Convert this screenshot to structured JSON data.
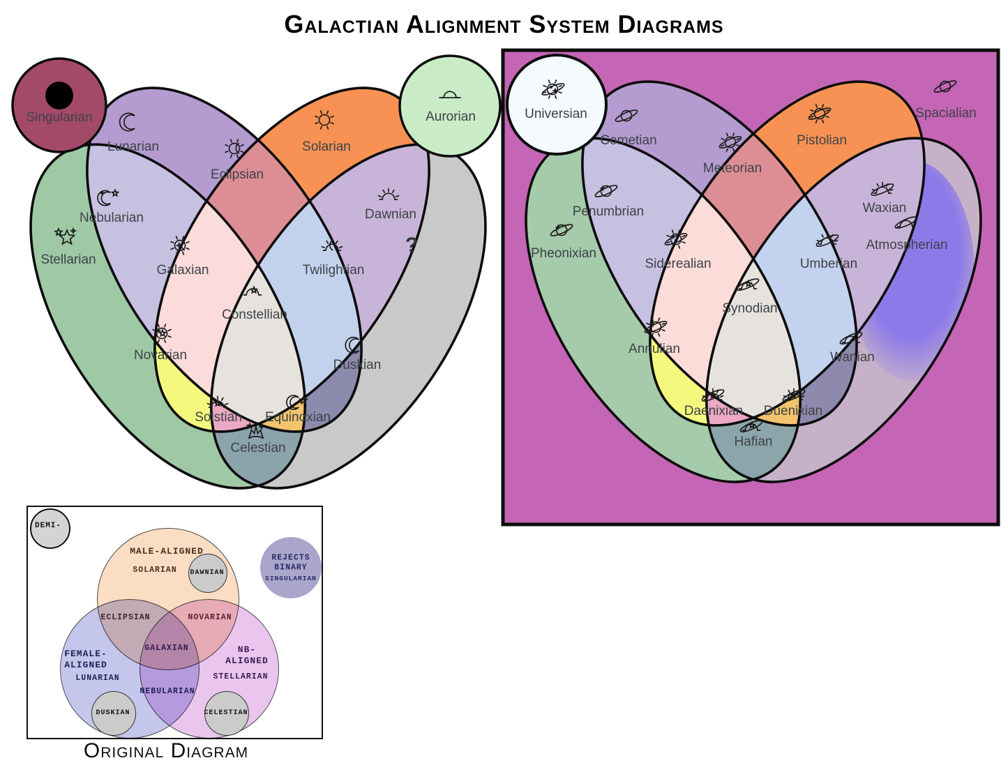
{
  "title": "Galactian Alignment System Diagrams",
  "left": {
    "regions": [
      {
        "id": "lunarian",
        "label": "Lunarian",
        "icon": "crescent-moon-icon",
        "color": "#b49cd1"
      },
      {
        "id": "solarian",
        "label": "Solarian",
        "icon": "sun-icon",
        "color": "#f89254"
      },
      {
        "id": "stellarian",
        "label": "Stellarian",
        "icon": "stars-icon",
        "color": "#9fc9a5"
      },
      {
        "id": "eclipsian",
        "label": "Eclipsian",
        "icon": "eclipse-icon",
        "color": "#dd8e95"
      },
      {
        "id": "nebularian",
        "label": "Nebularian",
        "icon": "moon-stars-icon",
        "color": "#c6c0e1"
      },
      {
        "id": "dawnian",
        "label": "Dawnian",
        "icon": "rising-sun-icon",
        "color": "#c9b4d9"
      },
      {
        "id": "galaxian",
        "label": "Galaxian",
        "icon": "galaxy-icon",
        "color": "#fbdcda"
      },
      {
        "id": "twilightian",
        "label": "Twilightian",
        "icon": "twilight-sun-moon-icon",
        "color": "#c3d2ec"
      },
      {
        "id": "constellian",
        "label": "Constellian",
        "icon": "constellation-icon",
        "color": "#e6e3de"
      },
      {
        "id": "novarian",
        "label": "Novarian",
        "icon": "nova-sun-star-icon",
        "color": "#f4f97e"
      },
      {
        "id": "duskian",
        "label": "Duskian",
        "icon": "dusk-moon-icon",
        "color": "#8c8aad"
      },
      {
        "id": "solstian",
        "label": "Solstian",
        "icon": "solstice-sun-star-icon",
        "color": "#eba9c3"
      },
      {
        "id": "equinoxian",
        "label": "Equinoxian",
        "icon": "equinox-moon-star-icon",
        "color": "#f3c46e"
      },
      {
        "id": "celestian",
        "label": "Celestian",
        "icon": "star-crown-icon",
        "color": "#8ba4ab"
      }
    ],
    "unknown": {
      "mark": "?",
      "color": "#c9c9c9"
    },
    "satellites": {
      "singularian": {
        "label": "Singularian",
        "icon": "black-dot-icon",
        "color": "#a44a69",
        "dot_color": "#000000"
      },
      "aurorian": {
        "label": "Aurorian",
        "icon": "sunrise-horizon-icon",
        "color": "#c9ecc6"
      }
    }
  },
  "right": {
    "background": {
      "label": "Spacialian",
      "icon": "ringed-planet-icon",
      "color": "#c565b5"
    },
    "d_base_color": "#c6b1c9",
    "regions": [
      {
        "id": "cometian",
        "label": "Cometian",
        "icon": "ringed-planet-icon",
        "color": "#b49cd1"
      },
      {
        "id": "pistolian",
        "label": "Pistolian",
        "icon": "ringed-sun-icon",
        "color": "#f89254"
      },
      {
        "id": "pheonixian",
        "label": "Pheonixian",
        "icon": "ringed-planet-star-icon",
        "color": "#a5cbaa"
      },
      {
        "id": "atmospherian",
        "label": "Atmospherian",
        "icon": "ringed-dome-icon",
        "color": "#8c7ae9"
      },
      {
        "id": "meteorian",
        "label": "Meteorian",
        "icon": "ringed-sun-icon",
        "color": "#dd8e94"
      },
      {
        "id": "penumbrian",
        "label": "Penumbrian",
        "icon": "ringed-planet-star-icon",
        "color": "#c6c0e1"
      },
      {
        "id": "waxian",
        "label": "Waxian",
        "icon": "ringed-rising-sun-icon",
        "color": "#c9b4d9"
      },
      {
        "id": "siderealian",
        "label": "Siderealian",
        "icon": "ringed-sun-star-icon",
        "color": "#fbdcd8"
      },
      {
        "id": "umberian",
        "label": "Umberian",
        "icon": "ringed-rising-sun-icon",
        "color": "#c3d2ee"
      },
      {
        "id": "synodian",
        "label": "Synodian",
        "icon": "ringed-dome-star-icon",
        "color": "#e6e3de"
      },
      {
        "id": "annulian",
        "label": "Annulian",
        "icon": "ringed-sun-star-icon",
        "color": "#f4f97e"
      },
      {
        "id": "wanian",
        "label": "Wanian",
        "icon": "ringed-dome-icon",
        "color": "#8d8aad"
      },
      {
        "id": "daenixian",
        "label": "Daenixian",
        "icon": "ringed-rising-sun-star-icon",
        "color": "#eba9c3"
      },
      {
        "id": "duenixian",
        "label": "Duenixian",
        "icon": "ringed-rising-sun-star-icon",
        "color": "#f3c46e"
      },
      {
        "id": "hafian",
        "label": "Hafian",
        "icon": "ringed-dome-star-icon",
        "color": "#8ca5ab"
      }
    ],
    "satellites": {
      "universian": {
        "label": "Universian",
        "icon": "ringed-galaxy-icon",
        "color": "#f4fafd"
      }
    }
  },
  "original": {
    "caption": "Original Diagram",
    "circles": [
      {
        "id": "male",
        "label": "MALE-ALIGNED",
        "sub": "SOLARIAN",
        "color": "#fbddc3",
        "text_color": "#4a2e1c"
      },
      {
        "id": "female",
        "label": "FEMALE-\nALIGNED",
        "sub": "LUNARIAN",
        "color": "#c5c6ec",
        "text_color": "#232355"
      },
      {
        "id": "nb",
        "label": "NB-\nALIGNED",
        "sub": "STELLARIAN",
        "color": "#eac6ef",
        "text_color": "#3f1c55"
      }
    ],
    "overlaps": [
      {
        "id": "eclipsian",
        "label": "ECLIPSIAN",
        "text_color": "#43222c"
      },
      {
        "id": "novarian",
        "label": "NOVARIAN",
        "text_color": "#5a1f2f"
      },
      {
        "id": "galaxian",
        "label": "GALAXIAN",
        "text_color": "#381a4a"
      },
      {
        "id": "nebularian",
        "label": "NEBULARIAN",
        "text_color": "#201c5e"
      }
    ],
    "bubbles": [
      {
        "id": "demi",
        "label": "DEMI-",
        "color": "#d4d4d4",
        "text_color": "#111111"
      },
      {
        "id": "dawnian",
        "label": "DAWNIAN",
        "color": "#cbcbcb",
        "text_color": "#111111"
      },
      {
        "id": "duskian",
        "label": "DUSKIAN",
        "color": "#cbcbcb",
        "text_color": "#111111"
      },
      {
        "id": "celestian",
        "label": "CELESTIAN",
        "color": "#cbcbcb",
        "text_color": "#111111"
      },
      {
        "id": "rejects",
        "label": "REJECTS\nBINARY",
        "sub": "SINGULARIAN",
        "color": "#aaa6cb",
        "text_color": "#282868"
      }
    ]
  }
}
